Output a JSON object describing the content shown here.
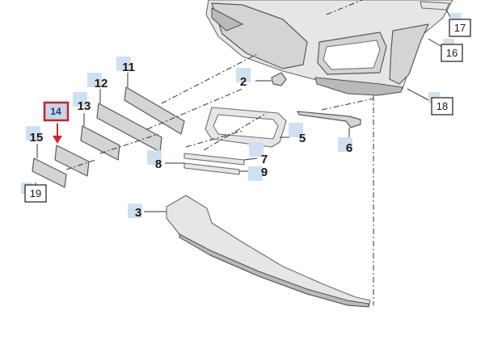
{
  "diagram": {
    "callouts": {
      "c2": "2",
      "c3": "3",
      "c5": "5",
      "c6": "6",
      "c7": "7",
      "c8": "8",
      "c9": "9",
      "c11": "11",
      "c12": "12",
      "c13": "13",
      "c15": "15"
    },
    "boxed": {
      "b16": "16",
      "b17": "17",
      "b18": "18",
      "b19": "19"
    },
    "highlighted": {
      "h14": "14"
    },
    "colors": {
      "highlight_border": "#c0262b",
      "arrow": "#d3242c",
      "chip": "#cfe0f1"
    }
  }
}
